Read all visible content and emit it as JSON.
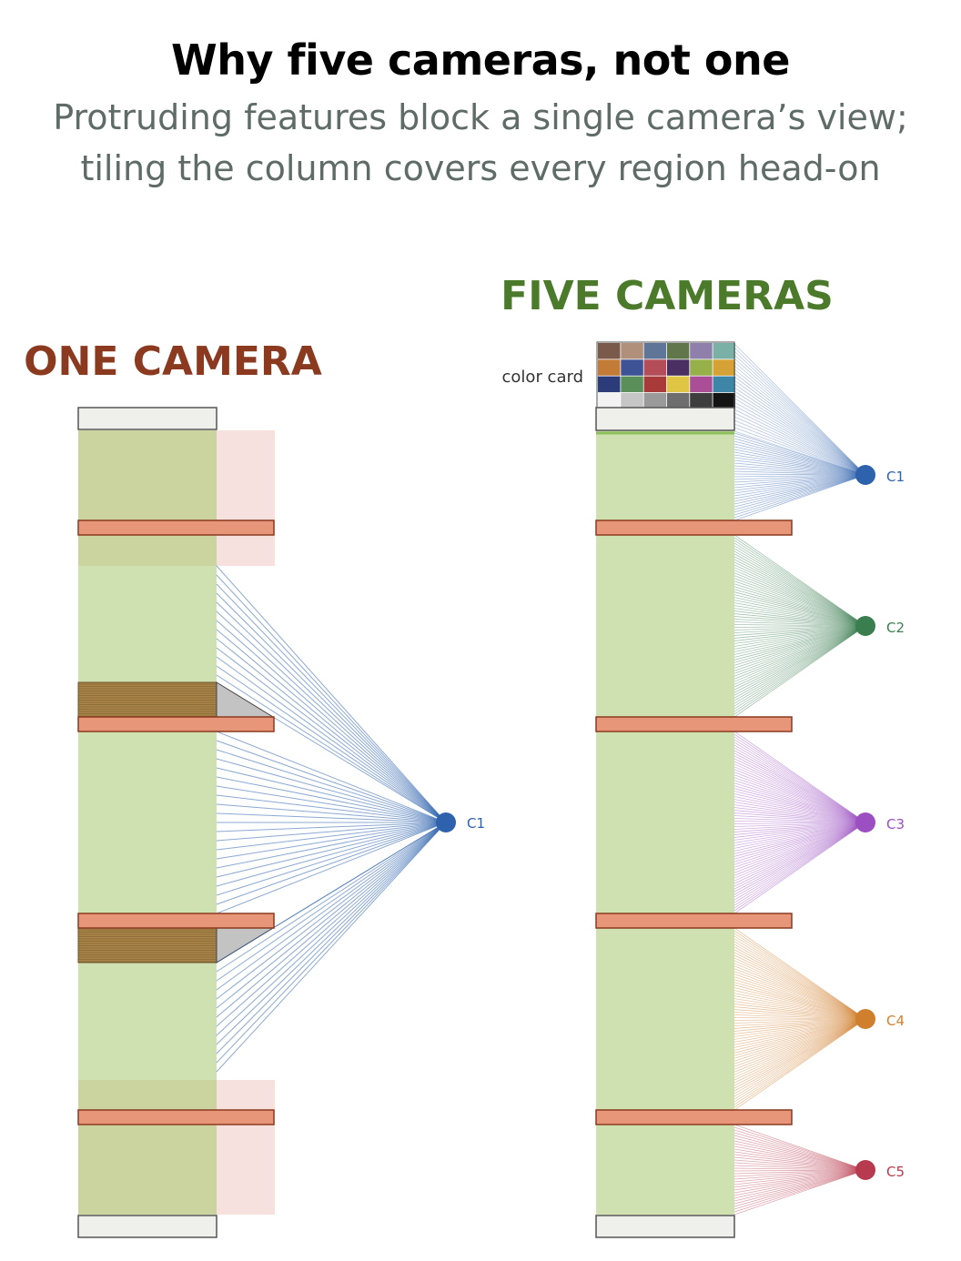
{
  "header": {
    "title": "Why five cameras, not one",
    "subtitle_line1": "Protruding features block a single camera’s view;",
    "subtitle_line2": "tiling the column covers every region head-on"
  },
  "left_panel": {
    "title": "ONE CAMERA",
    "title_color": "#8b3a1f",
    "camera": {
      "label": "C1",
      "color": "#2e62ad"
    }
  },
  "right_panel": {
    "title": "FIVE CAMERAS",
    "title_color": "#4a7a2a",
    "color_card_label": "color card",
    "cameras": [
      {
        "label": "C1",
        "color": "#2e62ad"
      },
      {
        "label": "C2",
        "color": "#3a7d4f"
      },
      {
        "label": "C3",
        "color": "#9b4fc0"
      },
      {
        "label": "C4",
        "color": "#d07f2c"
      },
      {
        "label": "C5",
        "color": "#b83a4e"
      }
    ]
  },
  "colors": {
    "column_fill": "#cfe0b1",
    "shelf_fill": "#e8967a",
    "shelf_stroke": "#8b3a1f",
    "cap_fill": "#efefeb",
    "occluded_fill": "#f6d9d6",
    "shadow_fill": "#a98448"
  },
  "color_card": {
    "rows": [
      [
        "#7a5a4a",
        "#b0907a",
        "#5f7698",
        "#61764a",
        "#8e80aa",
        "#7ab0a6"
      ],
      [
        "#c37c38",
        "#3e5296",
        "#b44d58",
        "#4a2f62",
        "#96b04a",
        "#d6a236"
      ],
      [
        "#2c3c7a",
        "#5b8f5a",
        "#a83a3a",
        "#e0c444",
        "#aa4e98",
        "#3e86a8"
      ],
      [
        "#f2f2f2",
        "#c6c6c6",
        "#9a9a9a",
        "#6e6e6e",
        "#3e3e3e",
        "#141414"
      ]
    ]
  }
}
